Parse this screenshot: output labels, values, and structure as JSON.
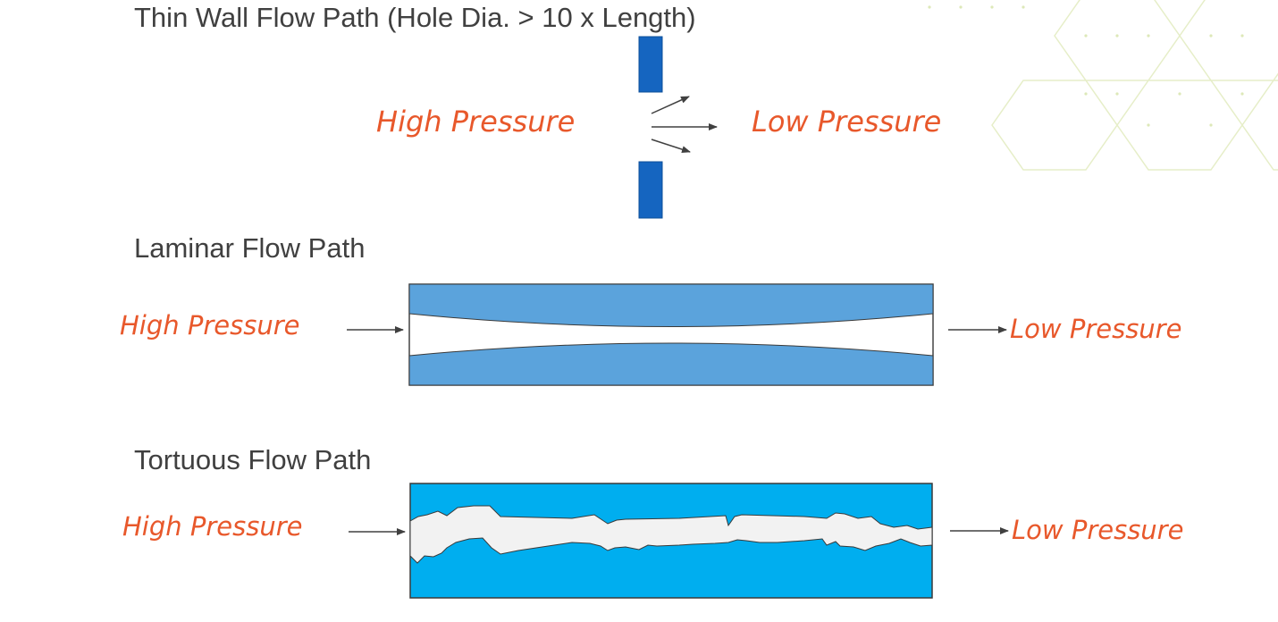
{
  "sections": {
    "thin_wall": {
      "title": "Thin Wall Flow Path (Hole Dia. > 10 x Length)",
      "high_label": "High Pressure",
      "low_label": "Low Pressure"
    },
    "laminar": {
      "title": "Laminar Flow Path",
      "high_label": "High Pressure",
      "low_label": "Low Pressure"
    },
    "tortuous": {
      "title": "Tortuous Flow Path",
      "high_label": "High Pressure",
      "low_label": "Low Pressure"
    }
  },
  "colors": {
    "title": "#404040",
    "pressure_label": "#e8582b",
    "wall_blue": "#1565c0",
    "laminar_blue": "#5ba3dc",
    "tortuous_blue": "#00aeef",
    "gap_gray": "#f2f2f2",
    "arrow": "#404040",
    "hexagon_pattern": "#e6eec8"
  }
}
